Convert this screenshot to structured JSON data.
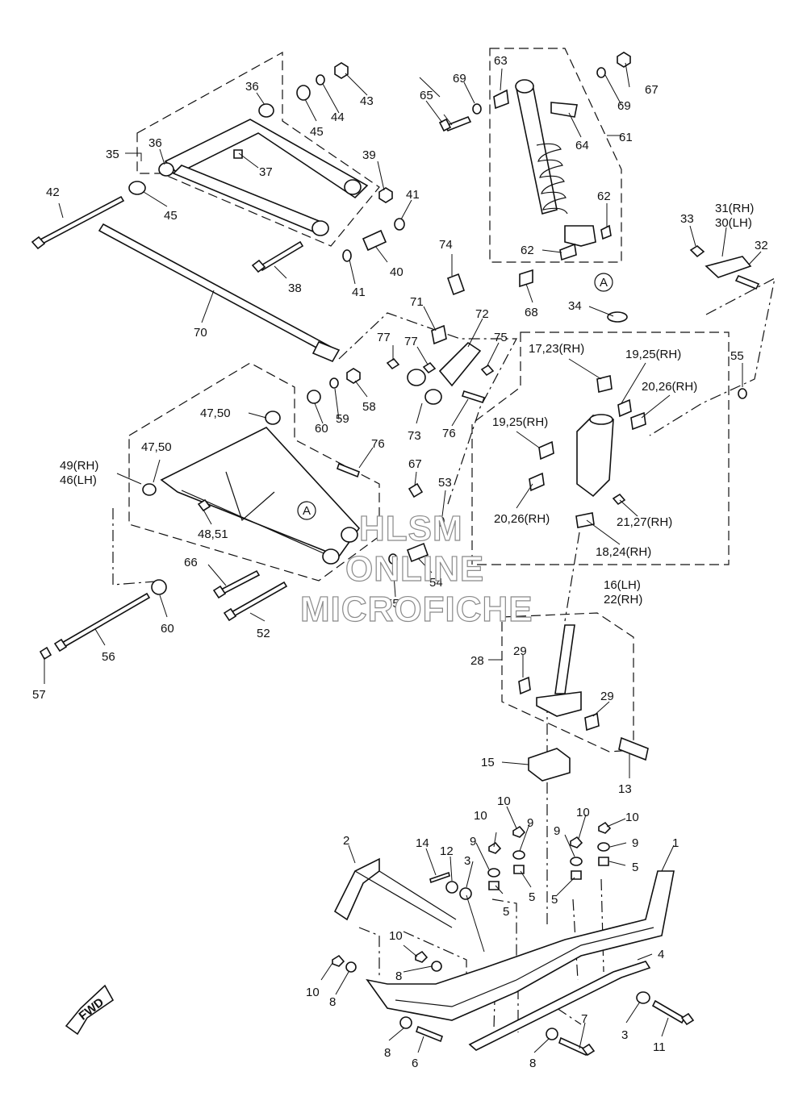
{
  "watermark": {
    "line1": "HLSM",
    "line2": "ONLINE",
    "line3": "MICROFICHE"
  },
  "fwd_label": "FWD",
  "callouts": [
    {
      "text": "1"
    },
    {
      "text": "2"
    },
    {
      "text": "3"
    },
    {
      "text": "3"
    },
    {
      "text": "4"
    },
    {
      "text": "5"
    },
    {
      "text": "5"
    },
    {
      "text": "5"
    },
    {
      "text": "5"
    },
    {
      "text": "6"
    },
    {
      "text": "7"
    },
    {
      "text": "8"
    },
    {
      "text": "8"
    },
    {
      "text": "8"
    },
    {
      "text": "8"
    },
    {
      "text": "9"
    },
    {
      "text": "9"
    },
    {
      "text": "9"
    },
    {
      "text": "9"
    },
    {
      "text": "10"
    },
    {
      "text": "10"
    },
    {
      "text": "10"
    },
    {
      "text": "10"
    },
    {
      "text": "10"
    },
    {
      "text": "10"
    },
    {
      "text": "11"
    },
    {
      "text": "12"
    },
    {
      "text": "13"
    },
    {
      "text": "14"
    },
    {
      "text": "15"
    },
    {
      "text": "16(LH)"
    },
    {
      "text": "22(RH)"
    },
    {
      "text": "17,23(RH)"
    },
    {
      "text": "18,24(RH)"
    },
    {
      "text": "19,25(RH)"
    },
    {
      "text": "19,25(RH)"
    },
    {
      "text": "20,26(RH)"
    },
    {
      "text": "20,26(RH)"
    },
    {
      "text": "21,27(RH)"
    },
    {
      "text": "28"
    },
    {
      "text": "29"
    },
    {
      "text": "29"
    },
    {
      "text": "31(RH)"
    },
    {
      "text": "30(LH)"
    },
    {
      "text": "32"
    },
    {
      "text": "33"
    },
    {
      "text": "34"
    },
    {
      "text": "35"
    },
    {
      "text": "36"
    },
    {
      "text": "36"
    },
    {
      "text": "37"
    },
    {
      "text": "38"
    },
    {
      "text": "39"
    },
    {
      "text": "40"
    },
    {
      "text": "41"
    },
    {
      "text": "41"
    },
    {
      "text": "42"
    },
    {
      "text": "43"
    },
    {
      "text": "44"
    },
    {
      "text": "45"
    },
    {
      "text": "45"
    },
    {
      "text": "49(RH)"
    },
    {
      "text": "46(LH)"
    },
    {
      "text": "47,50"
    },
    {
      "text": "47,50"
    },
    {
      "text": "48,51"
    },
    {
      "text": "52"
    },
    {
      "text": "53"
    },
    {
      "text": "54"
    },
    {
      "text": "55"
    },
    {
      "text": "55"
    },
    {
      "text": "56"
    },
    {
      "text": "57"
    },
    {
      "text": "58"
    },
    {
      "text": "59"
    },
    {
      "text": "60"
    },
    {
      "text": "60"
    },
    {
      "text": "61"
    },
    {
      "text": "62"
    },
    {
      "text": "62"
    },
    {
      "text": "63"
    },
    {
      "text": "64"
    },
    {
      "text": "65"
    },
    {
      "text": "66"
    },
    {
      "text": "67"
    },
    {
      "text": "67"
    },
    {
      "text": "68"
    },
    {
      "text": "69"
    },
    {
      "text": "69"
    },
    {
      "text": "70"
    },
    {
      "text": "71"
    },
    {
      "text": "72"
    },
    {
      "text": "73"
    },
    {
      "text": "74"
    },
    {
      "text": "75"
    },
    {
      "text": "76"
    },
    {
      "text": "76"
    },
    {
      "text": "77"
    },
    {
      "text": "77"
    },
    {
      "text": "A"
    },
    {
      "text": "A"
    }
  ]
}
